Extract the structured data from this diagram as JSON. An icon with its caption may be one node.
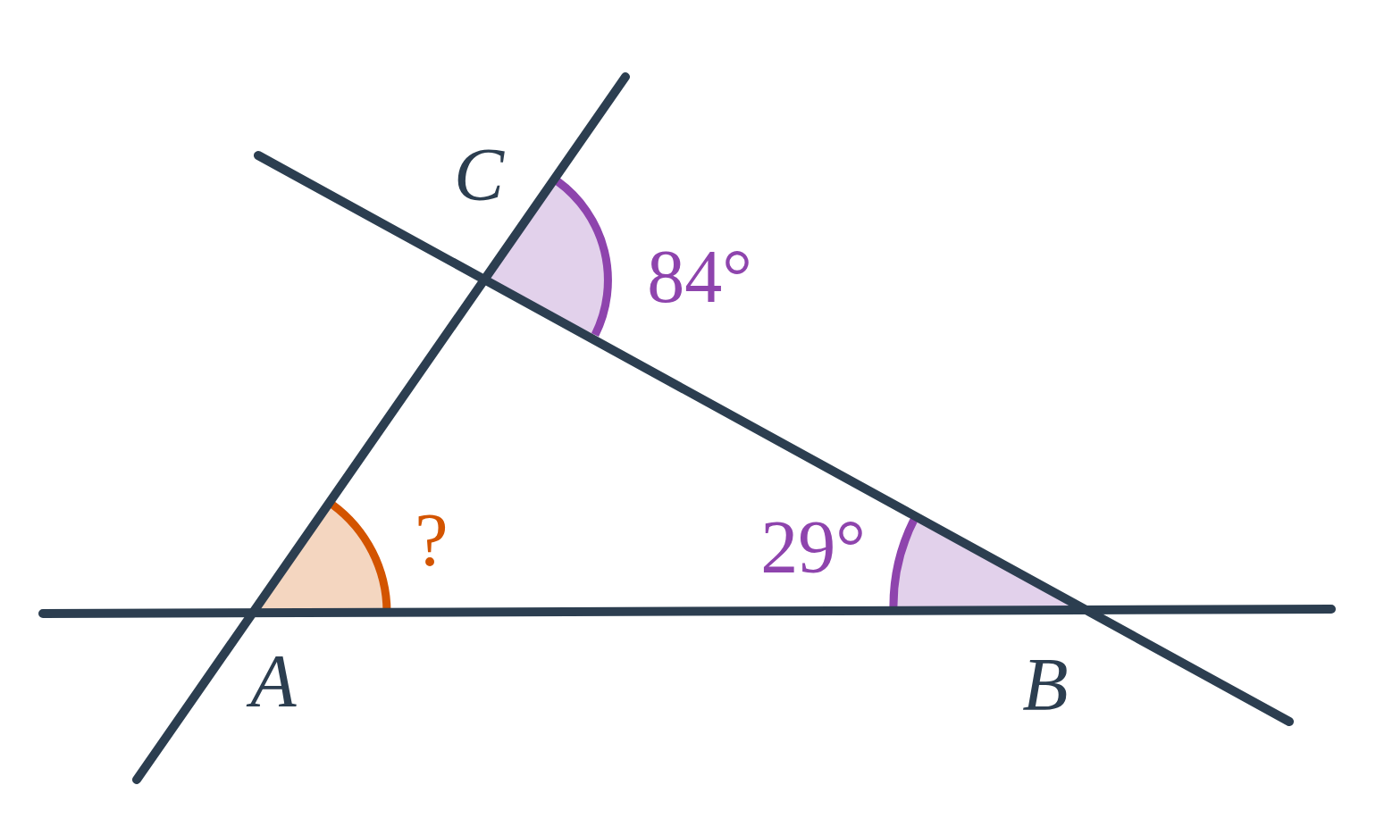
{
  "diagram": {
    "labels": [
      "C",
      "84°",
      "?",
      "29°",
      "A",
      "B"
    ]
  }
}
